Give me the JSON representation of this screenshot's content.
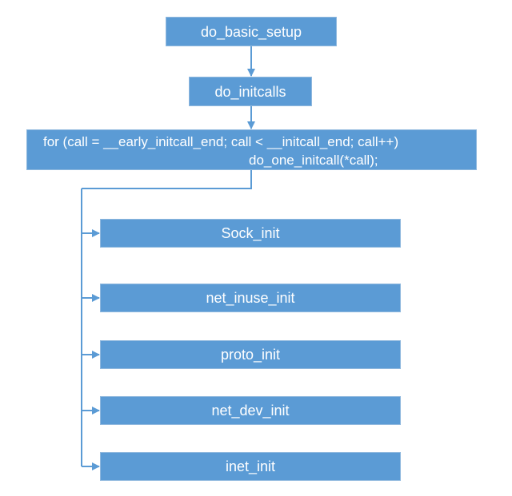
{
  "diagram": {
    "top_nodes": [
      "do_basic_setup",
      "do_initcalls"
    ],
    "loop_node": {
      "line1": "for (call = __early_initcall_end; call < __initcall_end; call++)",
      "line2": "do_one_initcall(*call);"
    },
    "children": [
      "Sock_init",
      "net_inuse_init",
      "proto_init",
      "net_dev_init",
      "inet_init"
    ],
    "colors": {
      "box_fill": "#5b9bd5",
      "box_border": "#8fb8de",
      "connector": "#5b9bd5",
      "text": "#ffffff"
    }
  }
}
